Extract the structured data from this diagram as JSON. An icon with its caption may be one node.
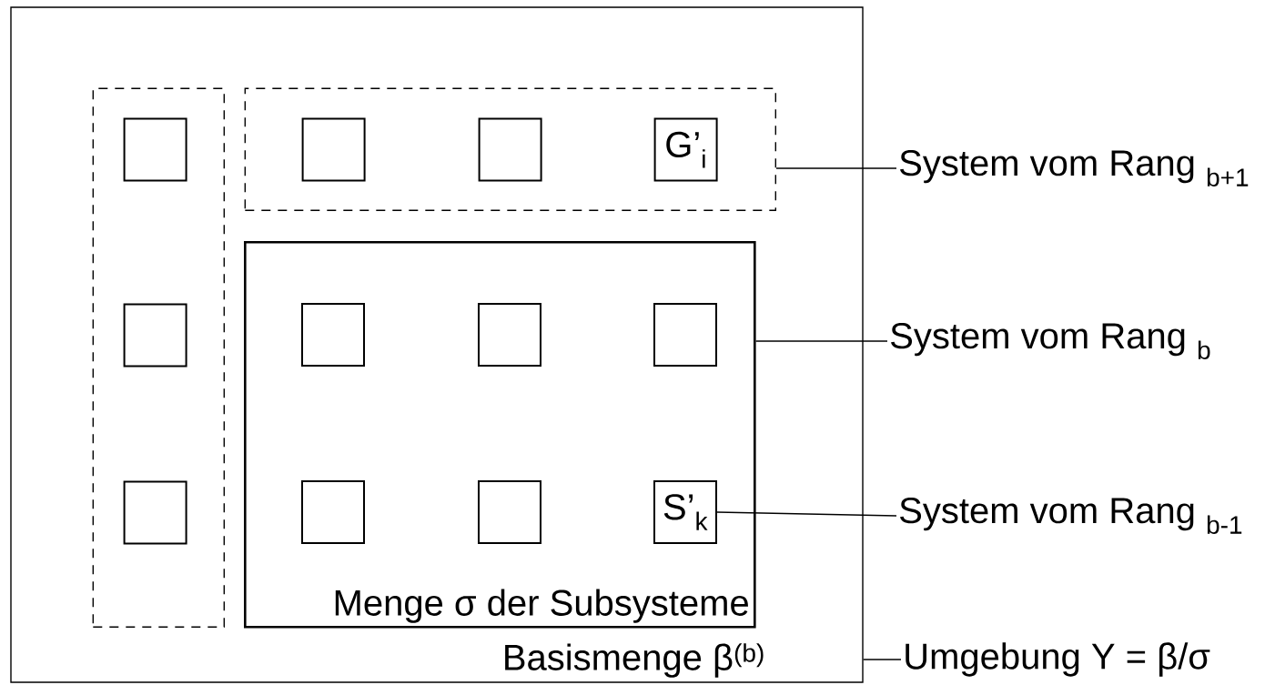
{
  "diagram": {
    "nodes": [
      {
        "text": [
          "Basismenge β$^{(b)}$"
        ]
      },
      {
        "text": [],
        "shape": "box",
        "in": 0
      },
      {
        "text": [],
        "shape": "box",
        "in": 0
      },
      {
        "text": [
          "Menge σ der Subsysteme"
        ],
        "in": 0
      },
      {
        "text": [],
        "shape": "box",
        "in": 1
      },
      {
        "text": [],
        "shape": "box",
        "in": 1
      },
      {
        "text": [],
        "shape": "box",
        "in": 1
      },
      {
        "text": [],
        "shape": "box",
        "in": 2
      },
      {
        "text": [],
        "shape": "box",
        "in": 2
      },
      {
        "text": [
          "G’$_{i}$"
        ],
        "in": 2
      },
      {
        "text": [],
        "shape": "box",
        "in": 3
      },
      {
        "text": [],
        "shape": "box",
        "in": 3
      },
      {
        "text": [],
        "shape": "box",
        "in": 3
      },
      {
        "text": [],
        "shape": "box",
        "in": 3
      },
      {
        "text": [],
        "shape": "box",
        "in": 3
      },
      {
        "text": [
          "S’$_{k}$"
        ],
        "in": 3
      },
      {
        "text": [
          "System vom Rang $_{b+1}$"
        ]
      },
      {
        "text": [
          "System vom Rang $_{b}$"
        ]
      },
      {
        "text": [
          "System vom Rang $_{b-1}$"
        ]
      },
      {
        "text": [
          "Umgebung Y = β/σ"
        ]
      }
    ],
    "edges": [
      {
        "from": 16,
        "to": 2,
        "arrow": "none"
      },
      {
        "from": 17,
        "to": 3,
        "arrow": "none"
      },
      {
        "from": 15,
        "to": 18,
        "arrow": "none"
      },
      {
        "from": 19,
        "to": 0,
        "arrow": "none"
      }
    ]
  }
}
